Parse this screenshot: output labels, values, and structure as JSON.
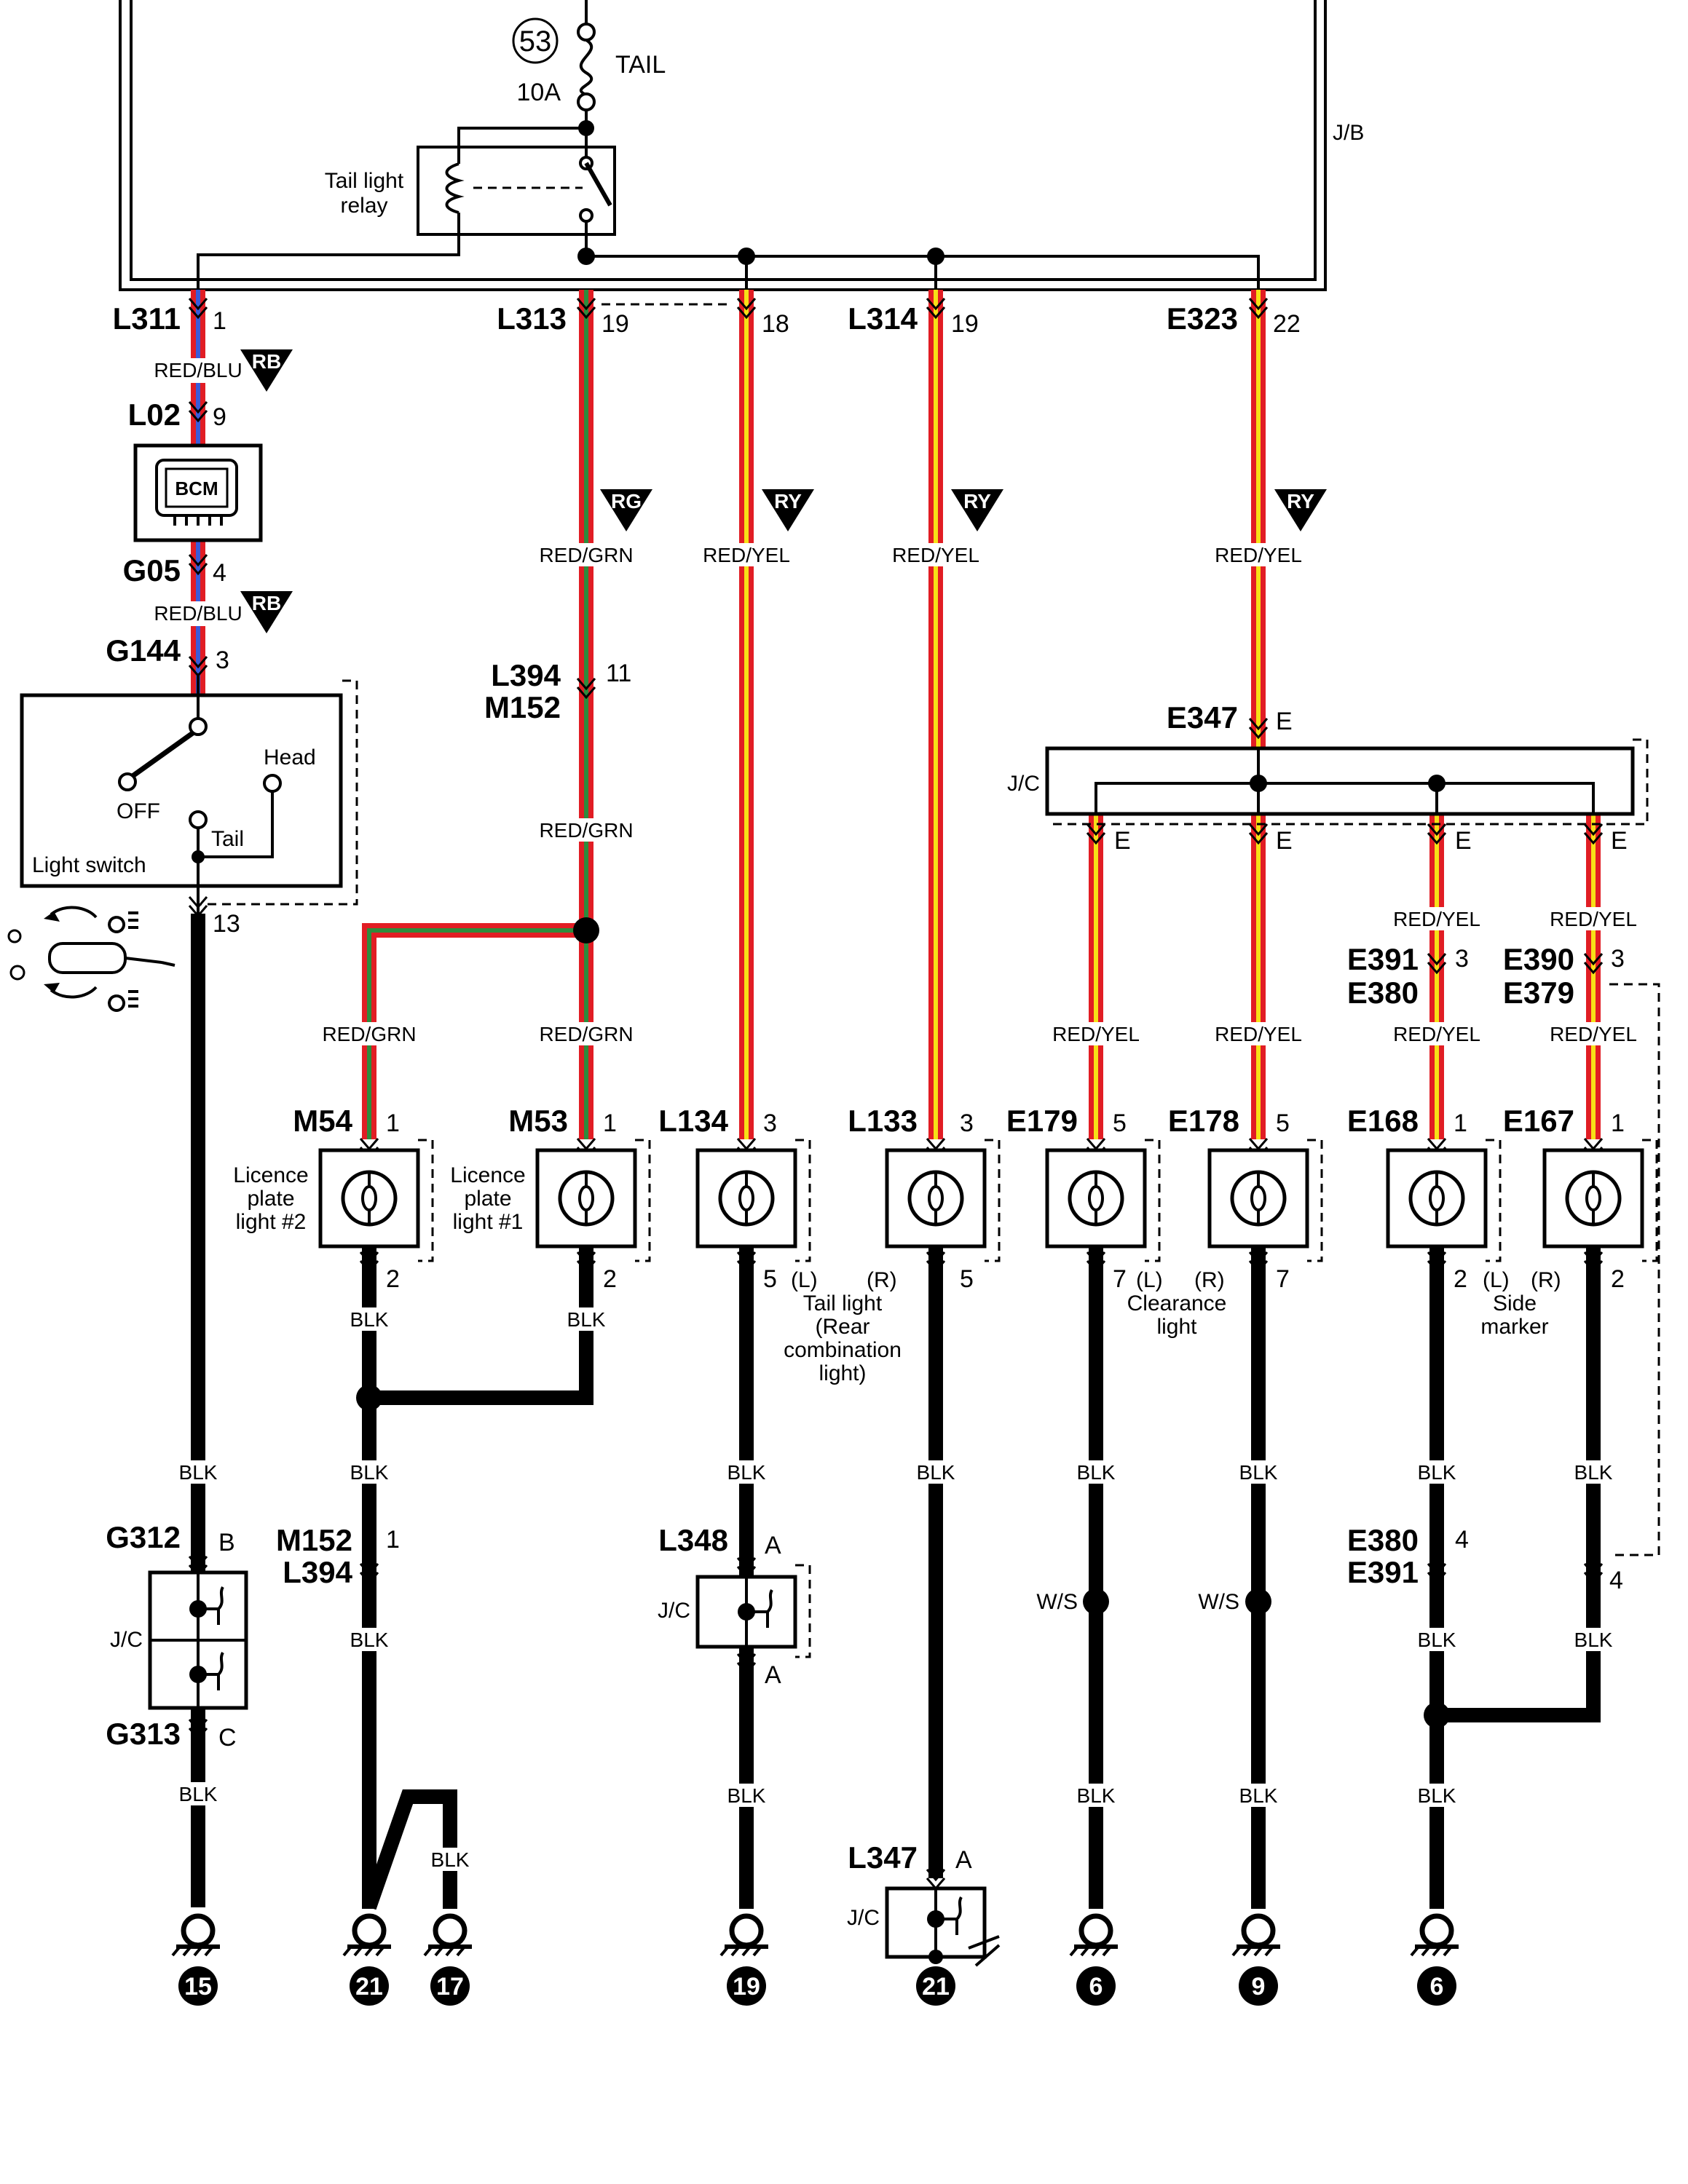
{
  "colors": {
    "red": "#e11d24",
    "blue": "#3a5bd9",
    "green": "#2e8b3c",
    "yellow": "#f7e017",
    "black": "#000000"
  },
  "fuse": {
    "number": "53",
    "name": "TAIL",
    "rating": "10A"
  },
  "junction_block": "J/B",
  "relay": {
    "label_line1": "Tail light",
    "label_line2": "relay"
  },
  "wire_colors": {
    "red_blu": "RED/BLU",
    "red_grn": "RED/GRN",
    "red_yel": "RED/YEL",
    "blk": "BLK",
    "ws": "W/S"
  },
  "badges": {
    "rb": "RB",
    "rg": "RG",
    "ry": "RY"
  },
  "connectors": {
    "l311": {
      "id": "L311",
      "pin": "1"
    },
    "l313": {
      "id": "L313",
      "pin": "19"
    },
    "l313b": {
      "pin": "18"
    },
    "l314": {
      "id": "L314",
      "pin": "19"
    },
    "e323": {
      "id": "E323",
      "pin": "22"
    },
    "l02": {
      "id": "L02",
      "pin": "9"
    },
    "g05": {
      "id": "G05",
      "pin": "4"
    },
    "g144": {
      "id": "G144",
      "pin": "3"
    },
    "l394": {
      "id": "L394",
      "pin": "11"
    },
    "m152": {
      "id": "M152"
    },
    "e347": {
      "id": "E347",
      "pin": "E"
    },
    "jc_e": "E",
    "e391": {
      "id": "E391",
      "pin": "3"
    },
    "e380": {
      "id": "E380"
    },
    "e390": {
      "id": "E390",
      "pin": "3"
    },
    "e379": {
      "id": "E379"
    },
    "light_switch_pin": "13",
    "m54": {
      "id": "M54",
      "pin": "1",
      "pin2": "2"
    },
    "m53": {
      "id": "M53",
      "pin": "1",
      "pin2": "2"
    },
    "l134": {
      "id": "L134",
      "pin": "3",
      "pin2": "5"
    },
    "l133": {
      "id": "L133",
      "pin": "3",
      "pin2": "5"
    },
    "e179": {
      "id": "E179",
      "pin": "5",
      "pin2": "7"
    },
    "e178": {
      "id": "E178",
      "pin": "5",
      "pin2": "7"
    },
    "e168": {
      "id": "E168",
      "pin": "1",
      "pin2": "2"
    },
    "e167": {
      "id": "E167",
      "pin": "1",
      "pin2": "2"
    },
    "g312": {
      "id": "G312",
      "pin": "B"
    },
    "g313": {
      "id": "G313",
      "pin": "C"
    },
    "m152b": {
      "id": "M152",
      "pin": "1"
    },
    "l394b": {
      "id": "L394"
    },
    "l348": {
      "id": "L348",
      "pin_top": "A",
      "pin_bottom": "A"
    },
    "e380b": {
      "id": "E380",
      "pin": "4"
    },
    "e391b": {
      "id": "E391"
    },
    "e379_pin": "4",
    "l347": {
      "id": "L347",
      "pin": "A"
    }
  },
  "components": {
    "bcm": "BCM",
    "jc": "J/C",
    "light_switch": "Light switch",
    "off": "OFF",
    "head": "Head",
    "tail": "Tail",
    "plate2": [
      "Licence",
      "plate",
      "light #2"
    ],
    "plate1": [
      "Licence",
      "plate",
      "light #1"
    ],
    "tail_light": [
      "Tail light",
      "(Rear",
      "combination",
      "light)"
    ],
    "clearance": [
      "Clearance",
      "light"
    ],
    "side_marker": [
      "Side",
      "marker"
    ],
    "L": "(L)",
    "R": "(R)"
  },
  "grounds": [
    "15",
    "21",
    "17",
    "19",
    "21",
    "6",
    "9",
    "6"
  ]
}
